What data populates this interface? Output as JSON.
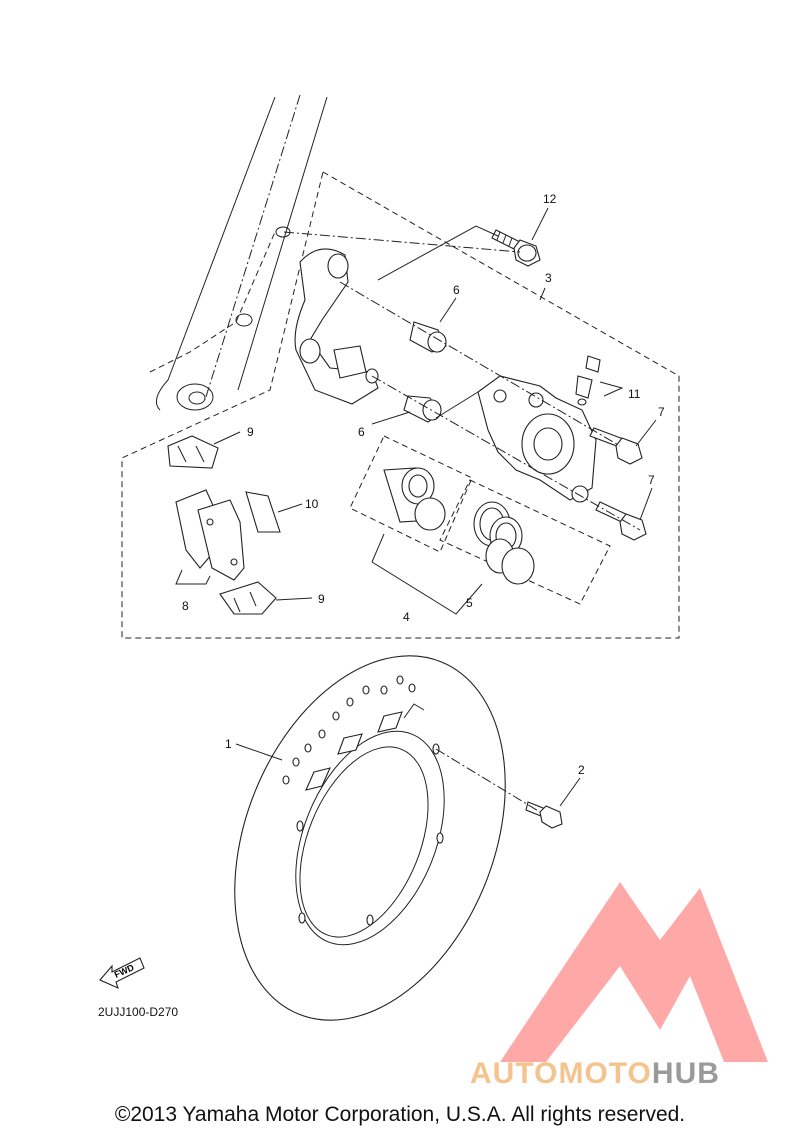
{
  "diagram_code": "2UJJ100-D270",
  "fwd_label": "FWD",
  "copyright": "©2013 Yamaha Motor Corporation, U.S.A. All rights reserved.",
  "watermark": {
    "part1": "AUTOMOTO",
    "part2": "HUB",
    "colors": {
      "accent": "#f5c38e",
      "logo": "#ff8a8a",
      "gray": "#9a9a9a"
    }
  },
  "callouts": [
    {
      "id": "12",
      "label": "12"
    },
    {
      "id": "3",
      "label": "3"
    },
    {
      "id": "6a",
      "label": "6"
    },
    {
      "id": "11",
      "label": "11"
    },
    {
      "id": "7a",
      "label": "7"
    },
    {
      "id": "6b",
      "label": "6"
    },
    {
      "id": "9a",
      "label": "9"
    },
    {
      "id": "7b",
      "label": "7"
    },
    {
      "id": "10",
      "label": "10"
    },
    {
      "id": "8",
      "label": "8"
    },
    {
      "id": "9b",
      "label": "9"
    },
    {
      "id": "4",
      "label": "4"
    },
    {
      "id": "5",
      "label": "5"
    },
    {
      "id": "1",
      "label": "1"
    },
    {
      "id": "2",
      "label": "2"
    }
  ]
}
